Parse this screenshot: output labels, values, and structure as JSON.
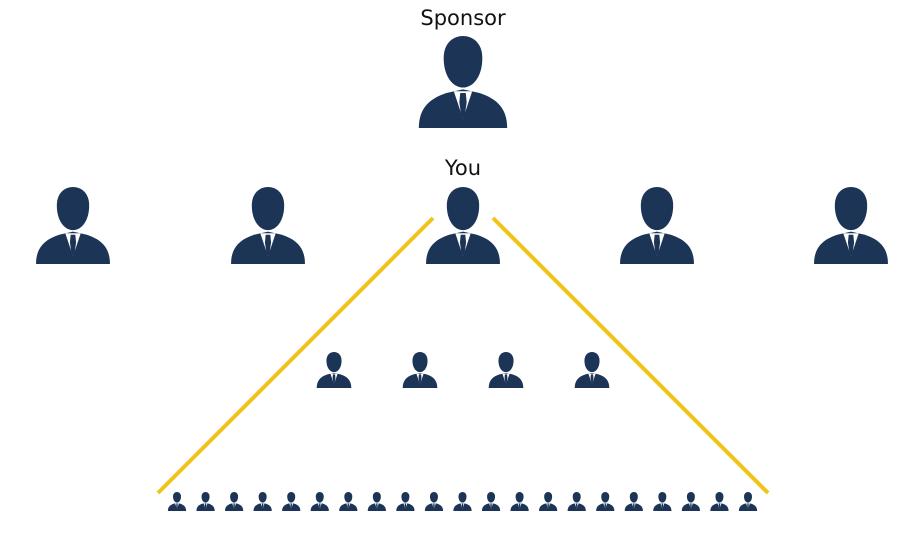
{
  "labels": {
    "sponsor": "Sponsor",
    "you": "You"
  },
  "colors": {
    "person": "#1c3557",
    "shirt": "#ffffff",
    "triangle": "#f0c419"
  },
  "icons": {
    "person": "businessman-icon"
  },
  "structure": {
    "sponsor_count": 1,
    "peer_row_count": 5,
    "level1_count": 4,
    "level2_count": 21
  }
}
